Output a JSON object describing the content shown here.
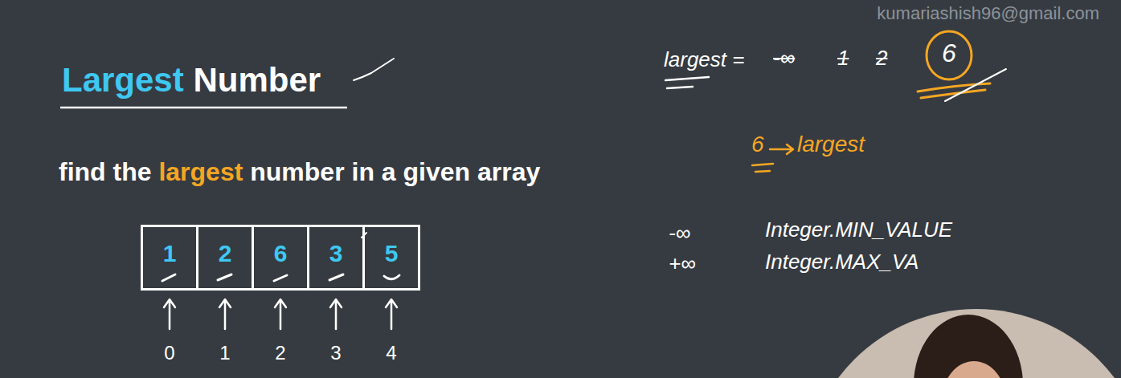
{
  "diagram": {
    "title": "Largest Number",
    "nodes": [
      {
        "text": [
          "1"
        ]
      },
      {
        "text": [
          "2"
        ]
      },
      {
        "text": [
          "6"
        ]
      },
      {
        "text": [
          "3"
        ]
      },
      {
        "text": [
          "5"
        ]
      },
      {
        "text": [
          "6"
        ]
      }
    ],
    "labels": [
      "kumariashish96@gmail.com",
      "find the largest number in a given array",
      "0",
      "1",
      "2",
      "3",
      "4",
      "largest =",
      "-∞",
      "1",
      "2",
      "6",
      "largest",
      "-∞",
      "Integer.MIN_VALUE",
      "+∞",
      "Integer.MAX_VA"
    ]
  }
}
